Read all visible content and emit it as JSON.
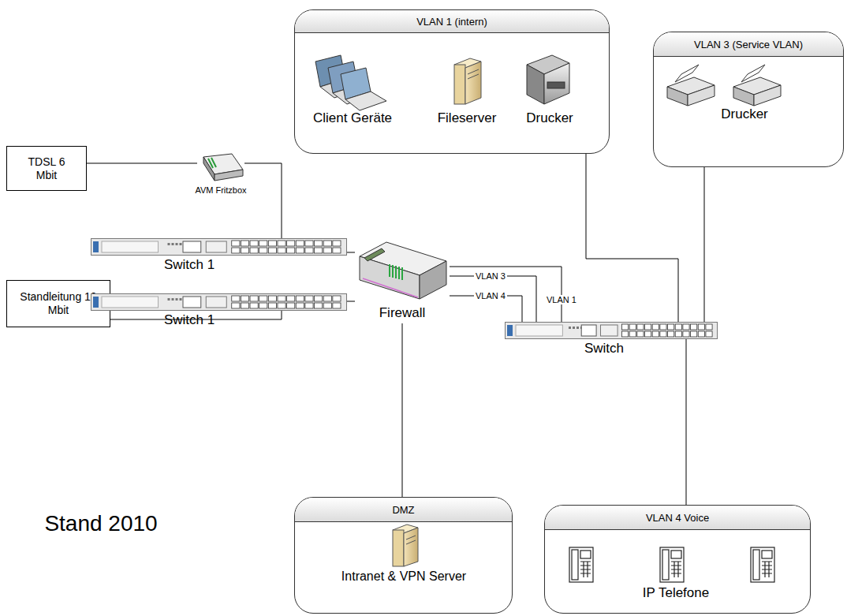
{
  "diagram": {
    "nodes": [
      {
        "text": [
          "TDSL 6 Mbit"
        ]
      },
      {
        "text": [
          "Standleitung 10 Mbit"
        ]
      },
      {
        "text": [
          "VLAN 1 (intern)"
        ]
      },
      {
        "text": [
          "VLAN 3 (Service VLAN)"
        ]
      },
      {
        "text": [
          "DMZ"
        ]
      },
      {
        "text": [
          "VLAN 4 Voice"
        ]
      },
      {
        "text": [
          "AVM Fritzbox"
        ]
      },
      {
        "text": [
          "Switch 1"
        ]
      },
      {
        "text": [
          "Switch 1"
        ]
      },
      {
        "text": [
          "Firewall"
        ]
      },
      {
        "text": [
          "Switch"
        ]
      }
    ],
    "edges": [
      {
        "from": 0,
        "to": 6,
        "arrow": "none"
      },
      {
        "from": 6,
        "to": 7,
        "arrow": "none"
      },
      {
        "from": 7,
        "to": 9,
        "arrow": "none"
      },
      {
        "from": 8,
        "to": 9,
        "arrow": "none"
      },
      {
        "from": 1,
        "to": 8,
        "arrow": "none"
      },
      {
        "from": 9,
        "to": 10,
        "label": "VLAN 3",
        "arrow": "none"
      },
      {
        "from": 9,
        "to": 10,
        "label": "VLAN 4",
        "arrow": "none"
      },
      {
        "from": 9,
        "to": 10,
        "label": "VLAN 1",
        "arrow": "none"
      },
      {
        "from": 9,
        "to": 4,
        "arrow": "none"
      },
      {
        "from": 10,
        "to": 2,
        "arrow": "none"
      },
      {
        "from": 10,
        "to": 3,
        "arrow": "none"
      },
      {
        "from": 10,
        "to": 5,
        "arrow": "none"
      }
    ],
    "labels": [
      "Client Geräte",
      "Fileserver",
      "Drucker",
      "Drucker",
      "Intranet & VPN Server",
      "IP Telefone",
      "Stand 2010"
    ]
  }
}
